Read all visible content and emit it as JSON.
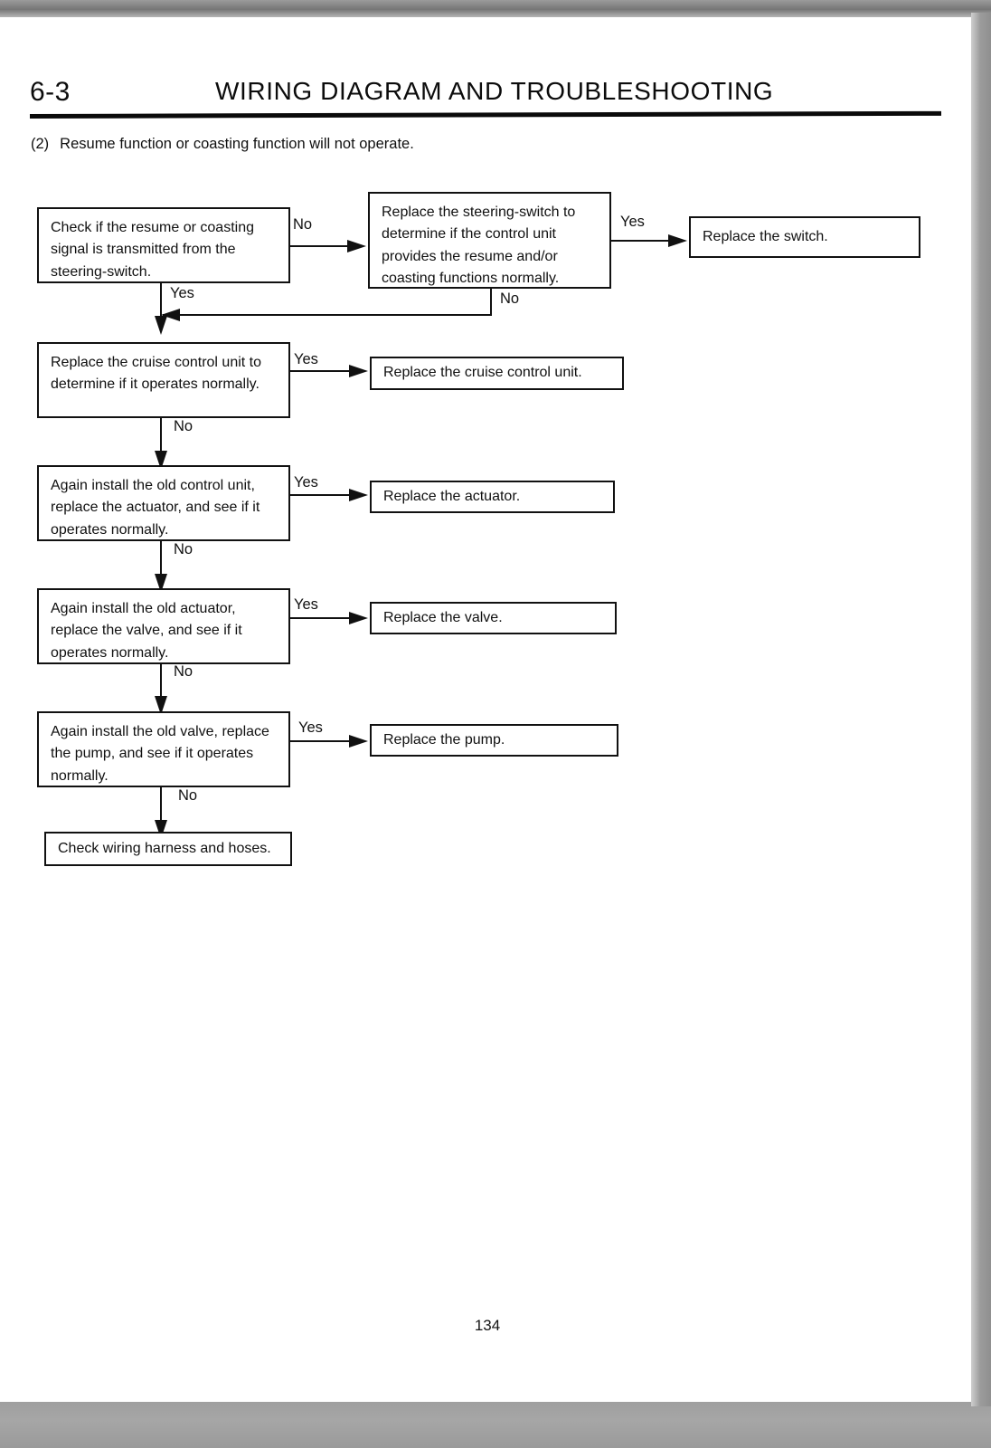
{
  "page": {
    "folio": "6-3",
    "title": "WIRING DIAGRAM AND TROUBLESHOOTING",
    "page_number": "134"
  },
  "section": {
    "number": "(2)",
    "text": "Resume function or coasting function will not operate."
  },
  "flowchart": {
    "labels": {
      "yes": "Yes",
      "no": "No"
    },
    "nodes": {
      "check_steering_switch": "Check if the resume or coasting signal is transmitted from the steering-switch.",
      "replace_steering_switch_test": "Replace the steering-switch to determine if the control unit provides the resume and/or coasting functions normally.",
      "replace_switch": "Replace the switch.",
      "replace_cruise_unit_test": "Replace the cruise control unit to determine if it operates normally.",
      "replace_cruise_unit": "Replace the cruise control unit.",
      "reinstall_control_unit_test": "Again install the old control unit, replace the actuator, and see if it operates normally.",
      "replace_actuator": "Replace the actuator.",
      "reinstall_actuator_test": "Again install the old actuator, replace the valve, and see if it operates normally.",
      "replace_valve": "Replace the valve.",
      "reinstall_valve_test": "Again install the old valve, replace the pump, and see if it operates normally.",
      "replace_pump": "Replace the pump.",
      "check_harness": "Check wiring harness and hoses."
    },
    "edge_labels": {
      "e1_no": "No",
      "e1_yes_out": "Yes",
      "e1_down_yes": "Yes",
      "e1_back_no": "No",
      "e2_yes": "Yes",
      "e2_no": "No",
      "e3_yes": "Yes",
      "e3_no": "No",
      "e4_yes": "Yes",
      "e4_no": "No",
      "e5_yes": "Yes",
      "e5_no": "No"
    }
  },
  "colors": {
    "ink": "#111111",
    "paper": "#ffffff",
    "scan_border": "#9c9c9c"
  }
}
